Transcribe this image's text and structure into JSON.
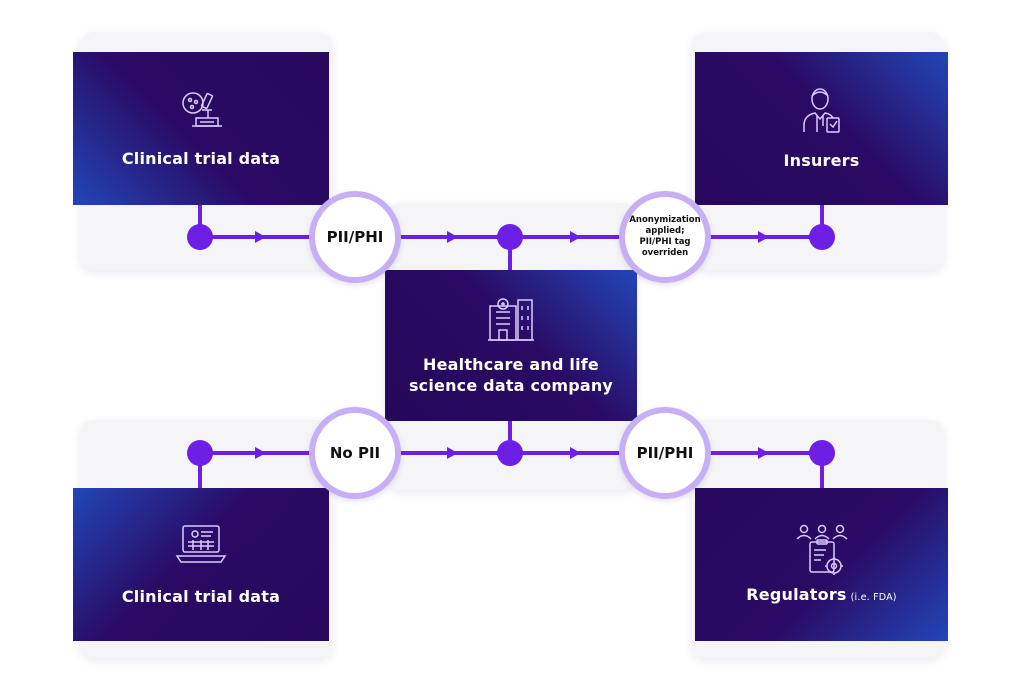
{
  "nodes": {
    "top_left": {
      "label": "Clinical trial data",
      "icon": "microscope-icon"
    },
    "top_right": {
      "label": "Insurers",
      "icon": "doctor-clipboard-icon"
    },
    "center": {
      "label_line1": "Healthcare and life",
      "label_line2": "science data company",
      "icon": "hospital-building-icon"
    },
    "bottom_left": {
      "label": "Clinical trial data",
      "icon": "laptop-records-icon"
    },
    "bottom_right": {
      "label": "Regulators",
      "note": "(i.e. FDA)",
      "icon": "team-gear-icon"
    }
  },
  "badges": {
    "top_left": "PII/PHI",
    "top_right": "Anonymization applied; PII/PHI tag overriden",
    "bottom_left": "No PII",
    "bottom_right": "PII/PHI"
  },
  "colors": {
    "connector": "#6d1fe6",
    "badge_ring": "#c7aff5",
    "card_dark": "#2a0a64",
    "card_blue": "#2246b8"
  }
}
